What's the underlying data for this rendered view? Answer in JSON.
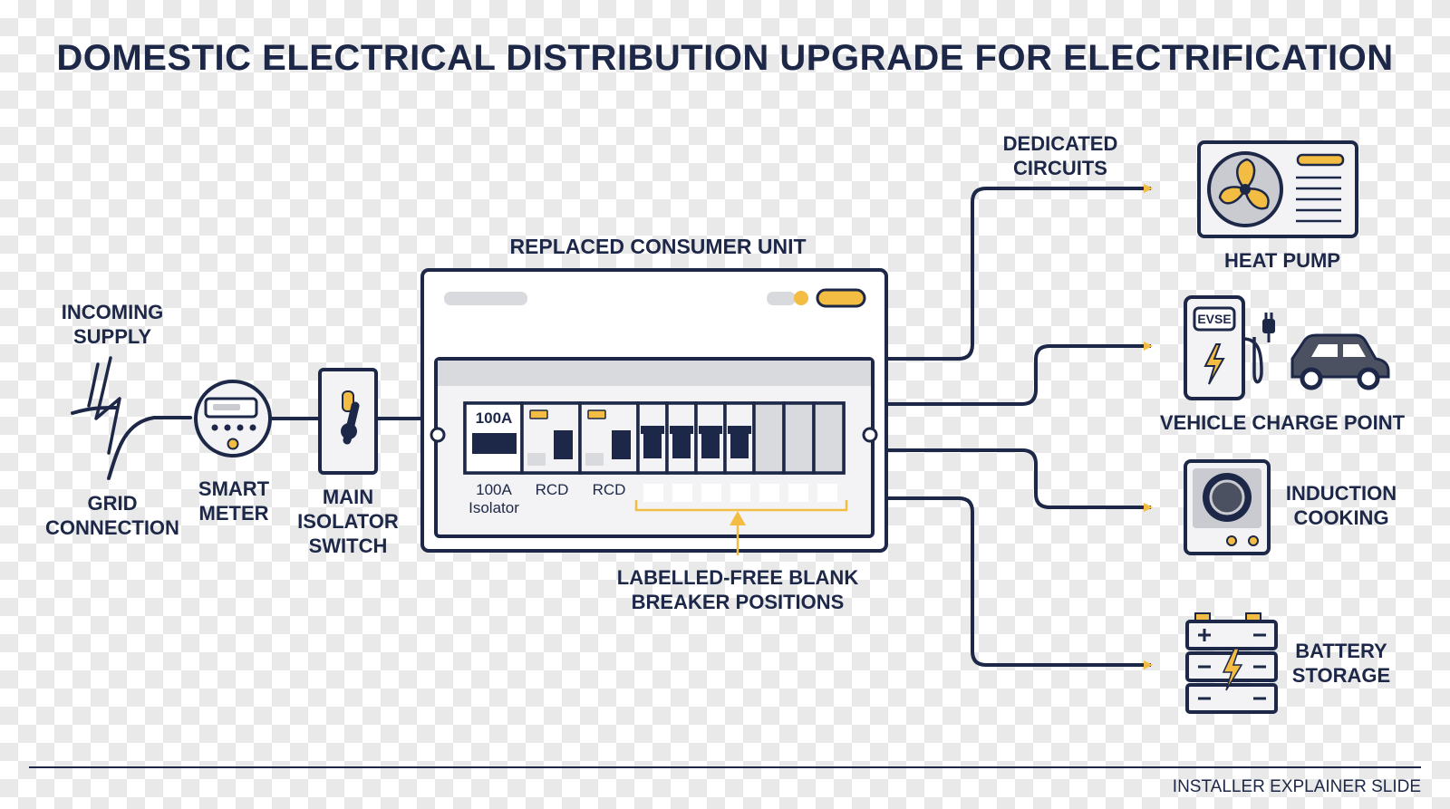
{
  "title": "DOMESTIC ELECTRICAL DISTRIBUTION UPGRADE FOR ELECTRIFICATION",
  "footer": "INSTALLER EXPLAINER SLIDE",
  "colors": {
    "navy": "#1d2748",
    "accent": "#f2bd42",
    "panel": "#f3f3f5",
    "grey": "#c9cbd1"
  },
  "supply": {
    "line1": "INCOMING",
    "line2": "SUPPLY",
    "grid1": "GRID",
    "grid2": "CONNECTION"
  },
  "meter": {
    "line1": "SMART",
    "line2": "METER"
  },
  "isolator": {
    "line1": "MAIN",
    "line2": "ISOLATOR",
    "line3": "SWITCH"
  },
  "consumer_unit": {
    "title": "REPLACED CONSUMER UNIT",
    "main_rating": "100A",
    "isolator_label1": "100A",
    "isolator_label2": "Isolator",
    "rcd1": "RCD",
    "rcd2": "RCD"
  },
  "blank_note": {
    "line1": "LABELLED-FREE BLANK",
    "line2": "BREAKER POSITIONS"
  },
  "dedicated": {
    "line1": "DEDICATED",
    "line2": "CIRCUITS"
  },
  "loads": {
    "heat_pump": "HEAT PUMP",
    "evse_tag": "EVSE",
    "vehicle_charge": "VEHICLE CHARGE POINT",
    "induction1": "INDUCTION",
    "induction2": "COOKING",
    "battery1": "BATTERY",
    "battery2": "STORAGE"
  },
  "icons": [
    "lightning-icon",
    "fan-icon",
    "plug-icon",
    "car-icon",
    "hob-icon",
    "battery-icon"
  ]
}
